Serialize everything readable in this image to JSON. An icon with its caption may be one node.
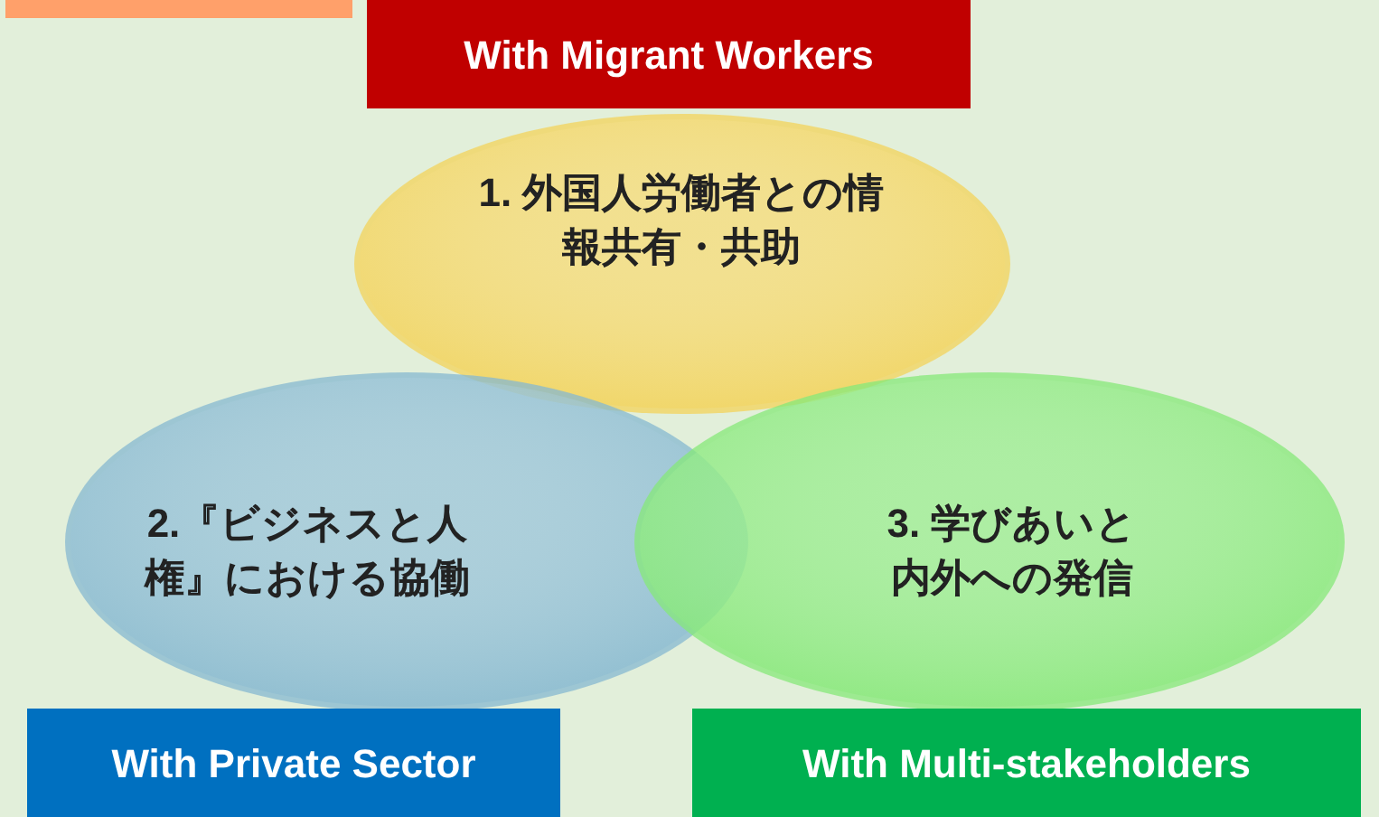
{
  "diagram": {
    "nodes": [
      {
        "text": [],
        "shape": "box"
      },
      {
        "text": [
          "With Migrant Workers"
        ]
      },
      {
        "text": [
          "1. 外国人労働者との情報共有・共助"
        ]
      },
      {
        "text": [
          "2.『ビジネスと人権』における協働"
        ]
      },
      {
        "text": [
          "3. 学びあいと内外への発信"
        ]
      },
      {
        "text": [
          "With Private Sector"
        ]
      },
      {
        "text": [
          "With Multi-stakeholders"
        ]
      }
    ]
  }
}
